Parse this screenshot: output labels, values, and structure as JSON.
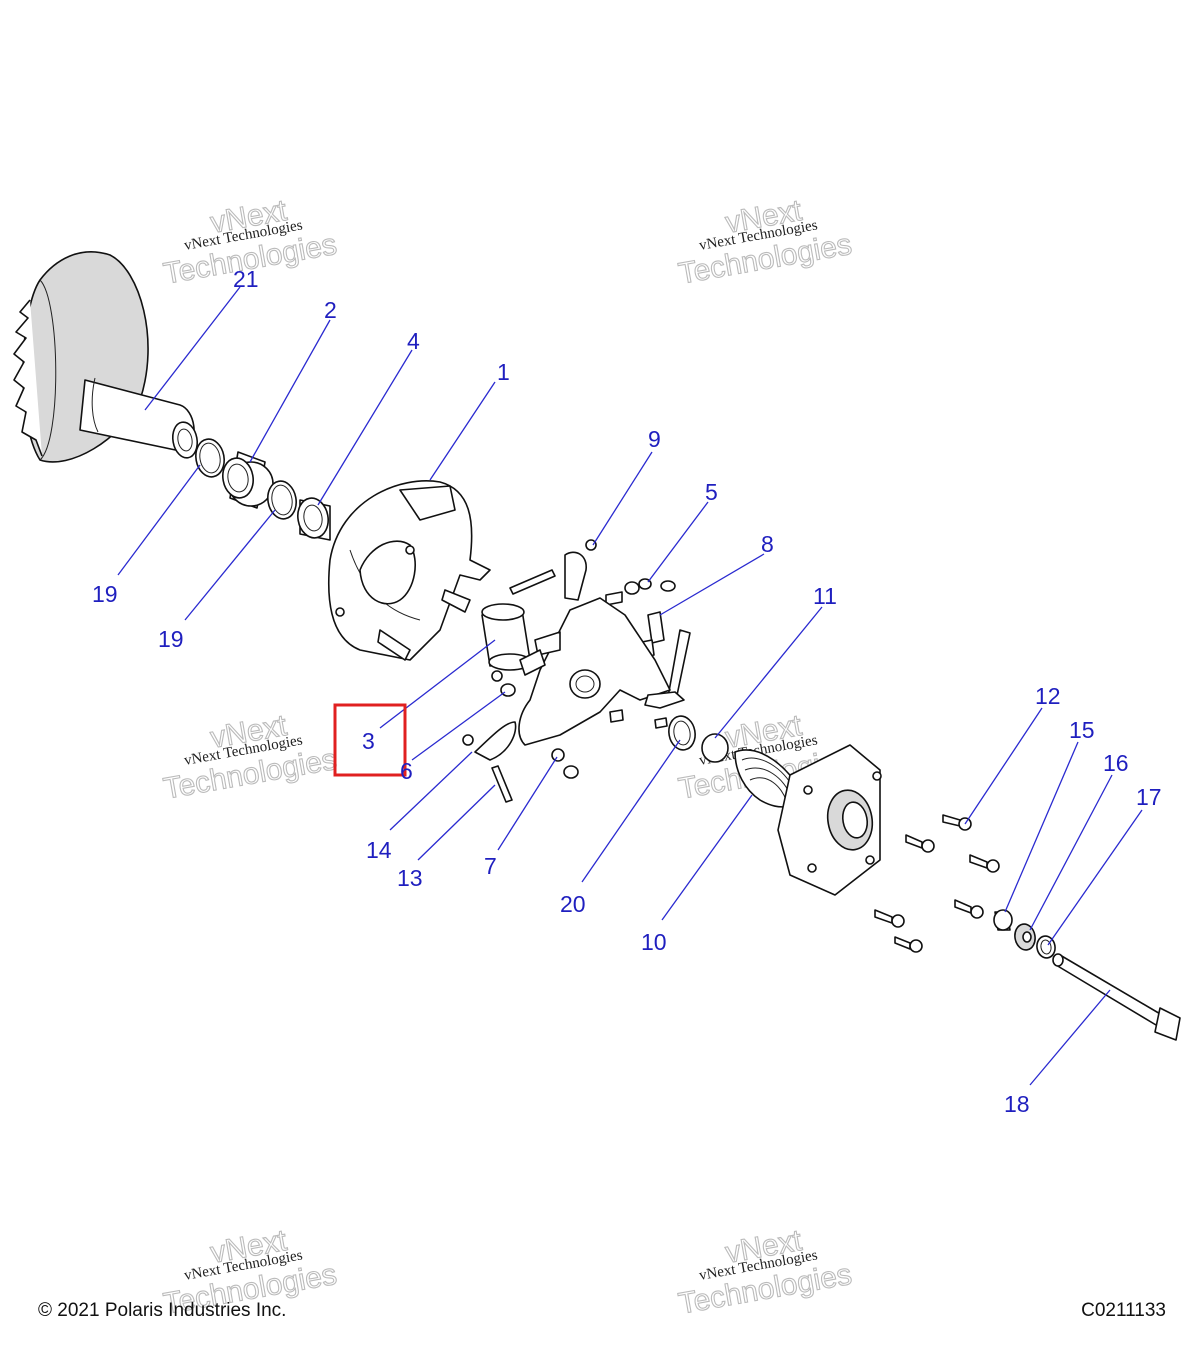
{
  "watermark": {
    "line1": "vNext Technologies",
    "line2": "Technologies",
    "back": "vNext"
  },
  "callouts": [
    {
      "id": "21",
      "label": "21"
    },
    {
      "id": "2",
      "label": "2"
    },
    {
      "id": "4",
      "label": "4"
    },
    {
      "id": "1",
      "label": "1"
    },
    {
      "id": "9",
      "label": "9"
    },
    {
      "id": "5",
      "label": "5"
    },
    {
      "id": "8",
      "label": "8"
    },
    {
      "id": "11",
      "label": "11"
    },
    {
      "id": "12",
      "label": "12"
    },
    {
      "id": "15",
      "label": "15"
    },
    {
      "id": "16",
      "label": "16"
    },
    {
      "id": "17",
      "label": "17"
    },
    {
      "id": "19a",
      "label": "19"
    },
    {
      "id": "19b",
      "label": "19"
    },
    {
      "id": "3",
      "label": "3"
    },
    {
      "id": "6",
      "label": "6"
    },
    {
      "id": "14",
      "label": "14"
    },
    {
      "id": "13",
      "label": "13"
    },
    {
      "id": "7",
      "label": "7"
    },
    {
      "id": "20",
      "label": "20"
    },
    {
      "id": "10",
      "label": "10"
    },
    {
      "id": "18",
      "label": "18"
    }
  ],
  "highlight": {
    "callout": "3",
    "color": "#e02020"
  },
  "colors": {
    "callout_text": "#1f1fbf",
    "leader": "#2a2ad0",
    "highlight": "#e02020"
  },
  "footer": {
    "copyright": "© 2021 Polaris Industries Inc.",
    "code": "C0211133"
  }
}
